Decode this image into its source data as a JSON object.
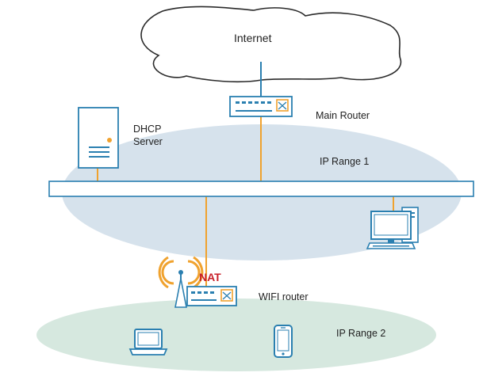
{
  "labels": {
    "internet": "Internet",
    "main_router": "Main Router",
    "dhcp_server_line1": "DHCP",
    "dhcp_server_line2": "Server",
    "ip_range_1": "IP Range 1",
    "nat": "NAT",
    "wifi_router": "WIFI router",
    "ip_range_2": "IP Range 2"
  },
  "colors": {
    "device_stroke": "#2a7fb0",
    "link_orange": "#f0a22e",
    "link_blue": "#2a7fb0",
    "range1_fill": "#d6e2ec",
    "range2_fill": "#d6e8df",
    "cloud_stroke": "#2a2a2a",
    "nat_text": "#c8202a"
  },
  "icons": {
    "cloud": "cloud-icon",
    "main_router": "router-icon",
    "dhcp_server": "server-tower-icon",
    "desktop": "desktop-computer-icon",
    "wifi_router": "wifi-router-icon",
    "laptop": "laptop-icon",
    "phone": "smartphone-icon"
  }
}
